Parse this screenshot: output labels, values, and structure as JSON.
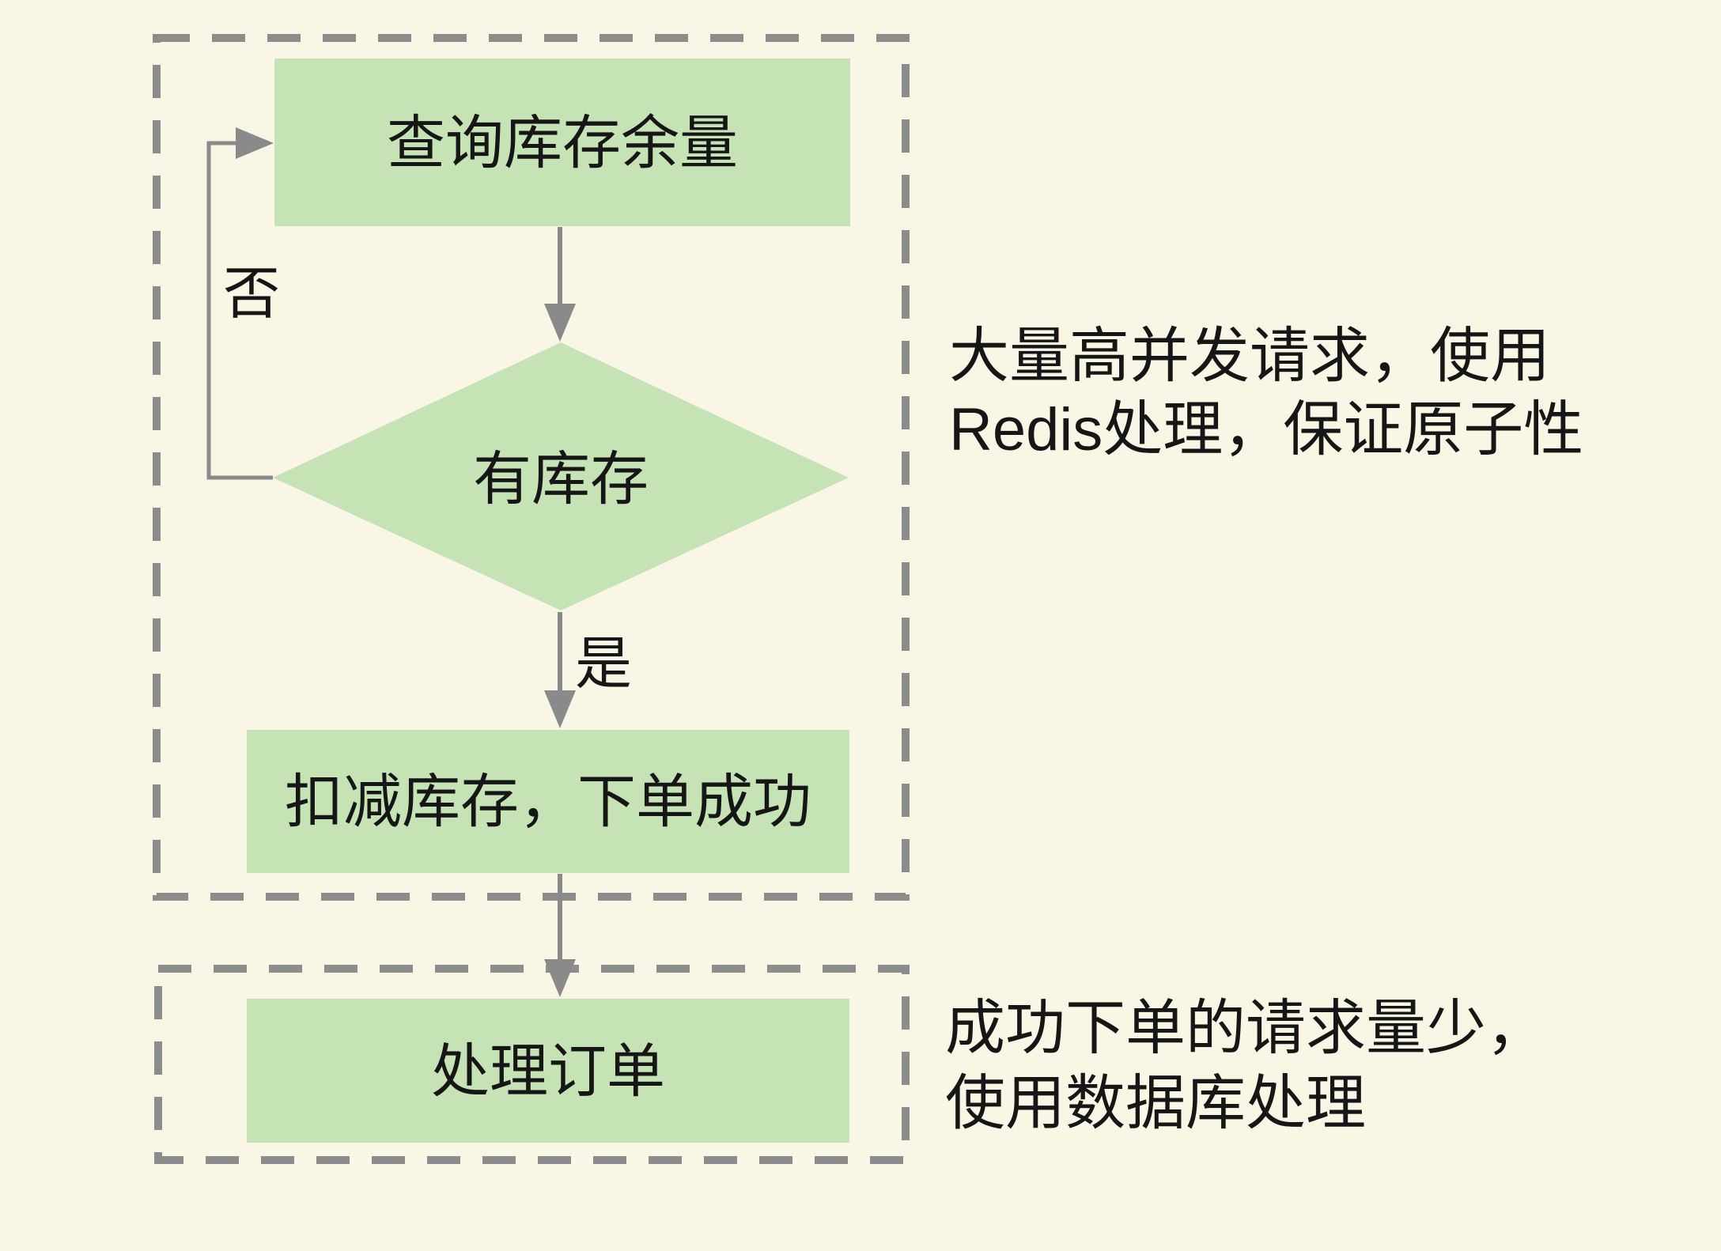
{
  "diagram": {
    "colors": {
      "background": "#f9f6e5",
      "node_fill": "#c5e3b5",
      "line": "#8a8a8a",
      "dash_border": "#8c8c8c",
      "text": "#161616"
    },
    "flow": {
      "node_query": "查询库存余量",
      "node_decision": "有库存",
      "node_deduct": "扣减库存，下单成功",
      "node_process": "处理订单",
      "label_no": "否",
      "label_yes": "是"
    },
    "annotations": {
      "redis_line1": "大量高并发请求，使用",
      "redis_line2": "Redis处理，保证原子性",
      "db_line1": "成功下单的请求量少，",
      "db_line2": "使用数据库处理"
    }
  }
}
